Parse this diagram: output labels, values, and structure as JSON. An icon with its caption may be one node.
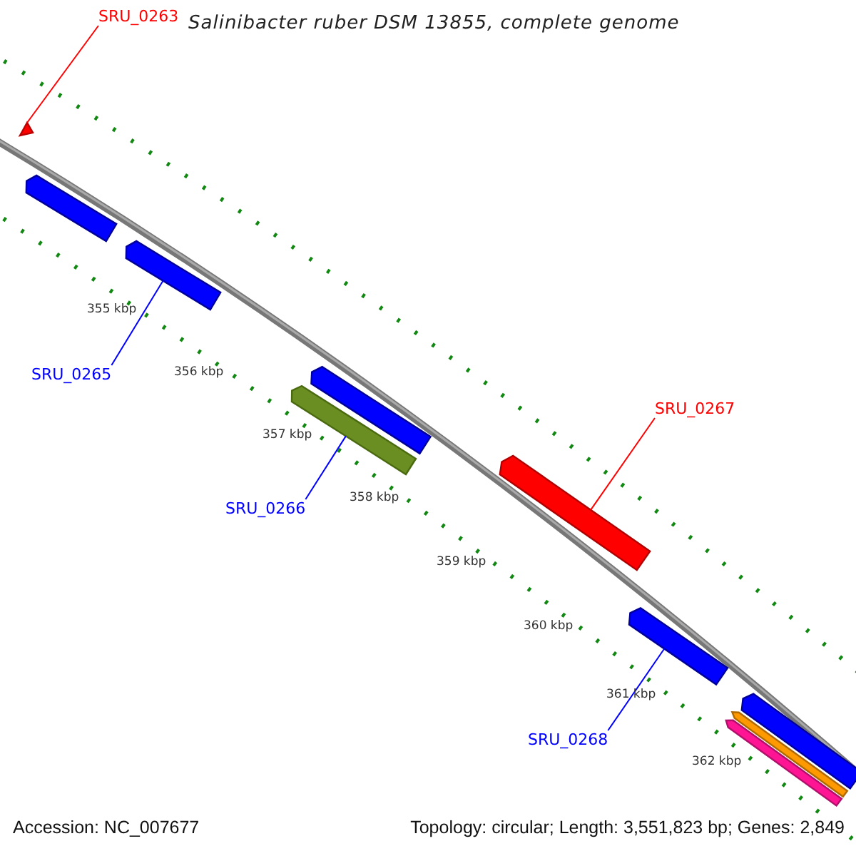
{
  "diagram": {
    "title": "Salinibacter ruber DSM 13855, complete genome",
    "nodes": [
      {
        "text": [
          "SRU_0263"
        ]
      },
      {
        "text": [],
        "shape": "bar"
      },
      {
        "text": [],
        "shape": "bar"
      },
      {
        "text": [],
        "shape": "bar"
      },
      {
        "text": [
          "SRU_0265"
        ]
      },
      {
        "text": [],
        "shape": "bar"
      },
      {
        "text": [],
        "shape": "bar"
      },
      {
        "text": [
          "SRU_0267"
        ]
      },
      {
        "text": [],
        "shape": "bar"
      },
      {
        "text": [
          "SRU_0266"
        ]
      },
      {
        "text": [],
        "shape": "bar"
      },
      {
        "text": [
          "SRU_0268"
        ]
      },
      {
        "text": [],
        "shape": "bar"
      },
      {
        "text": [],
        "shape": "bar"
      },
      {
        "text": [],
        "shape": "bar"
      }
    ],
    "edges": [
      {
        "from": 0,
        "to": 1,
        "arrow": "none",
        "color": "#ff0000"
      },
      {
        "from": 4,
        "to": 3,
        "arrow": "none"
      },
      {
        "from": 9,
        "to": 6,
        "arrow": "none"
      },
      {
        "from": 7,
        "to": 8,
        "arrow": "none",
        "color": "#ff0000"
      },
      {
        "from": 11,
        "to": 10,
        "arrow": "none"
      }
    ],
    "labels": [
      "355 kbp",
      "356 kbp",
      "357 kbp",
      "358 kbp",
      "359 kbp",
      "360 kbp",
      "361 kbp",
      "362 kbp",
      "Accession: NC_007677",
      "Topology: circular; Length: 3,551,823 bp; Genes: 2,849"
    ]
  }
}
